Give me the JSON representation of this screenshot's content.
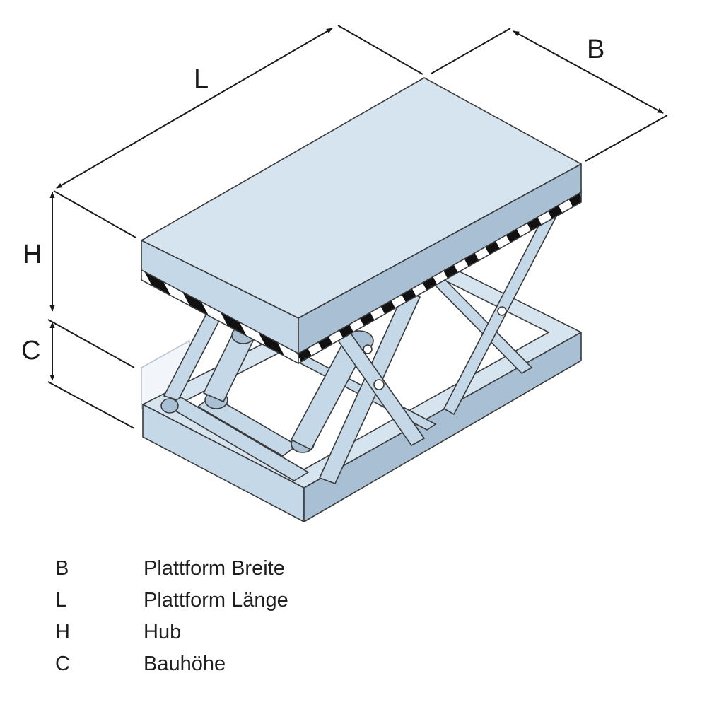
{
  "diagram": {
    "dimension_labels": {
      "B": "B",
      "L": "L",
      "H": "H",
      "C": "C"
    },
    "colors": {
      "fill": "#c5d8e8",
      "fill_light": "#d6e4f0",
      "fill_dark": "#a9c0d4",
      "stroke": "#3a3a3a",
      "stripe_dark": "#111111",
      "stripe_light": "#ffffff"
    }
  },
  "legend": [
    {
      "key": "B",
      "text": "Plattform Breite"
    },
    {
      "key": "L",
      "text": "Plattform Länge"
    },
    {
      "key": "H",
      "text": "Hub"
    },
    {
      "key": "C",
      "text": "Bauhöhe"
    }
  ]
}
